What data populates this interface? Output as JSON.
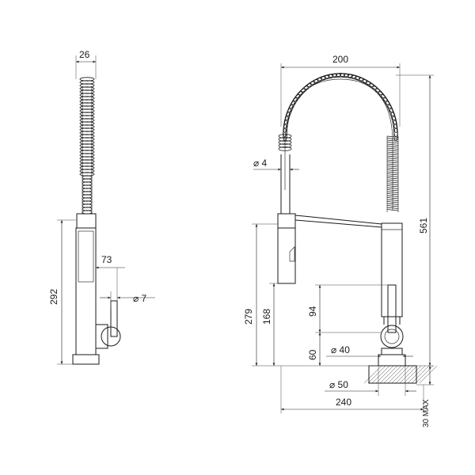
{
  "side_view": {
    "dim_width": "26",
    "dim_height": "292",
    "dim_reach": "73",
    "dim_handle_diameter": "⌀ 7"
  },
  "front_view": {
    "dim_width": "200",
    "dim_total_height": "561",
    "dim_spray_diameter": "⌀ 4",
    "dim_spout_height": "279",
    "dim_body_height": "168",
    "dim_handle_height": "94",
    "dim_base_height": "60",
    "dim_handle_diameter": "⌀ 40",
    "dim_base_diameter": "⌀ 50",
    "dim_overall_width": "240",
    "dim_deck_thickness": "30 MAX"
  }
}
